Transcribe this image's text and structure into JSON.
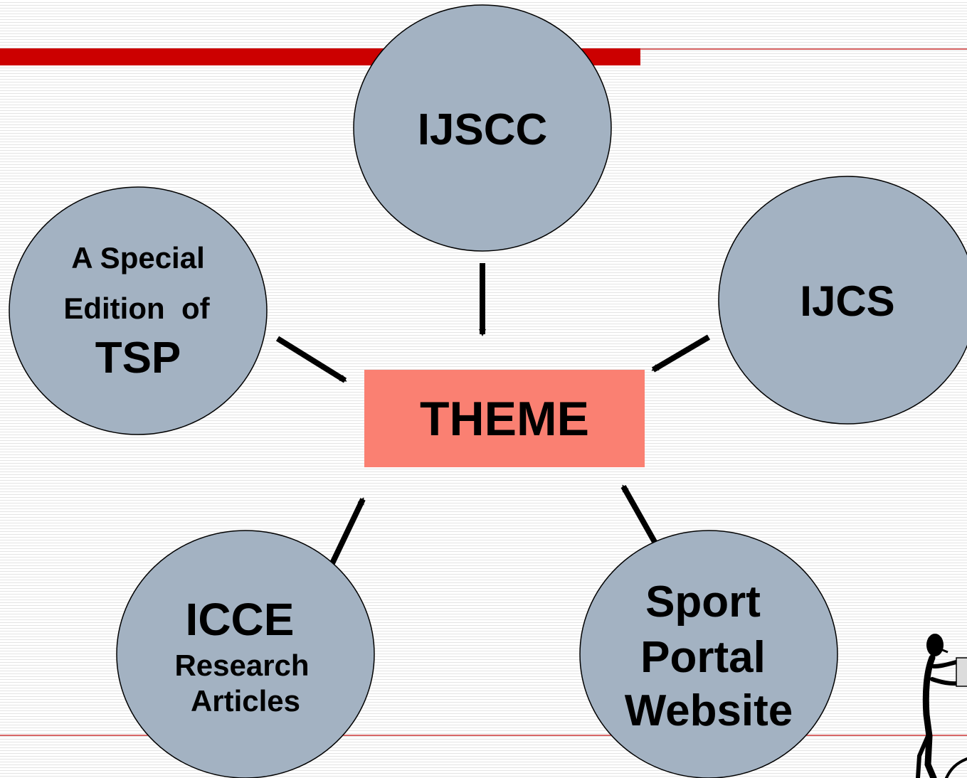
{
  "diagram": {
    "center": {
      "label": "THEME",
      "fill": "#fa8072"
    },
    "nodes": [
      {
        "id": "ijscc",
        "lines": [
          "IJSCC"
        ]
      },
      {
        "id": "ijcs",
        "lines": [
          "IJCS"
        ]
      },
      {
        "id": "tsp",
        "lines": [
          "A Special",
          "Edition  of",
          "TSP"
        ]
      },
      {
        "id": "icce",
        "lines": [
          "ICCE",
          "Research",
          "Articles"
        ]
      },
      {
        "id": "sport",
        "lines": [
          "Sport",
          "Portal",
          "Website"
        ]
      }
    ],
    "edges": [
      {
        "from": "ijscc",
        "to": "center"
      },
      {
        "from": "tsp",
        "to": "center"
      },
      {
        "from": "ijcs",
        "to": "center"
      },
      {
        "from": "icce",
        "to": "center"
      },
      {
        "from": "sport",
        "to": "center"
      }
    ],
    "colors": {
      "node_fill": "#a3b2c2",
      "accent_bar": "#cc0000",
      "rule_line": "#cc3333",
      "arrow": "#000000"
    },
    "decoration": "stick-figure-pushing-icon"
  }
}
